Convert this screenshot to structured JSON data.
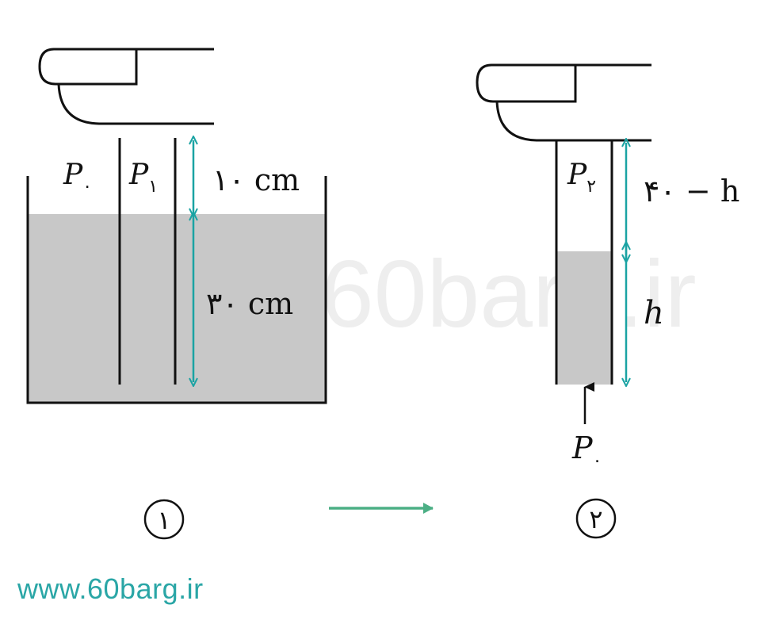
{
  "watermark": "60barg.ir",
  "panel1": {
    "p0_symbol": "P",
    "p0_subscript": "۰",
    "p1_symbol": "P",
    "p1_subscript": "۱",
    "air_column_label": "۱۰ cm",
    "submerged_label": "۳۰ cm",
    "number": "۱"
  },
  "panel2": {
    "p2_symbol": "P",
    "p2_subscript": "۲",
    "air_label": "۴۰ − h",
    "liquid_label": "h",
    "p0_symbol": "P",
    "p0_subscript": "۰",
    "number": "۲"
  },
  "footer": {
    "url": "www.60barg.ir"
  },
  "colors": {
    "liquid": "#c8c8c8",
    "dimension_arrows": "#1aa3a3",
    "transition_arrow": "#4caf85",
    "footer_text": "#2aa6a6",
    "lines": "#111111",
    "watermark": "#eeeeee"
  }
}
